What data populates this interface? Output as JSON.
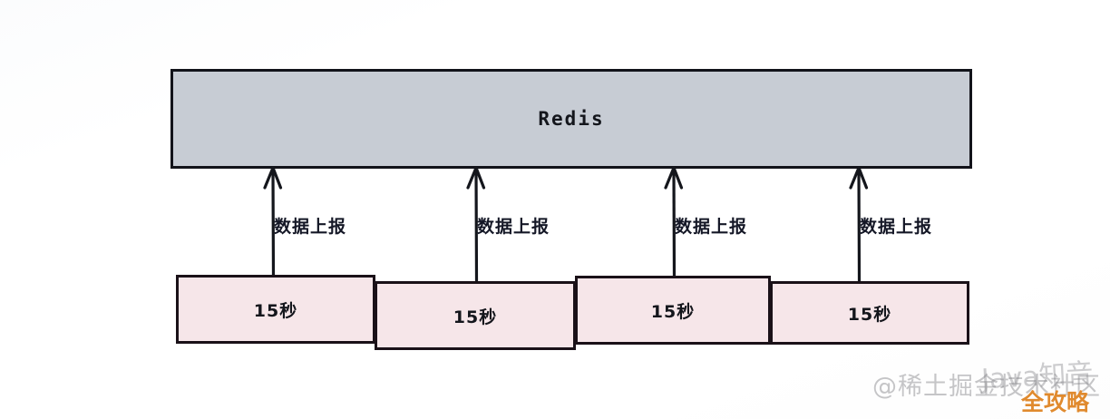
{
  "diagram": {
    "title_node": {
      "label": "Redis",
      "fill_color": "#c7ccd4",
      "border_color": "#12131a"
    },
    "flows": [
      {
        "label": "数据上报"
      },
      {
        "label": "数据上报"
      },
      {
        "label": "数据上报"
      },
      {
        "label": "数据上报"
      }
    ],
    "intervals": [
      {
        "label": "15秒"
      },
      {
        "label": "15秒"
      },
      {
        "label": "15秒"
      },
      {
        "label": "15秒"
      }
    ],
    "interval_fill_color": "#f6e6e9",
    "interval_border_color": "#1a1118"
  },
  "watermarks": {
    "site": "@稀土掘金技术社区",
    "brand": "Java知音",
    "badge": "全攻略",
    "badge_color": "#e08a2e"
  }
}
